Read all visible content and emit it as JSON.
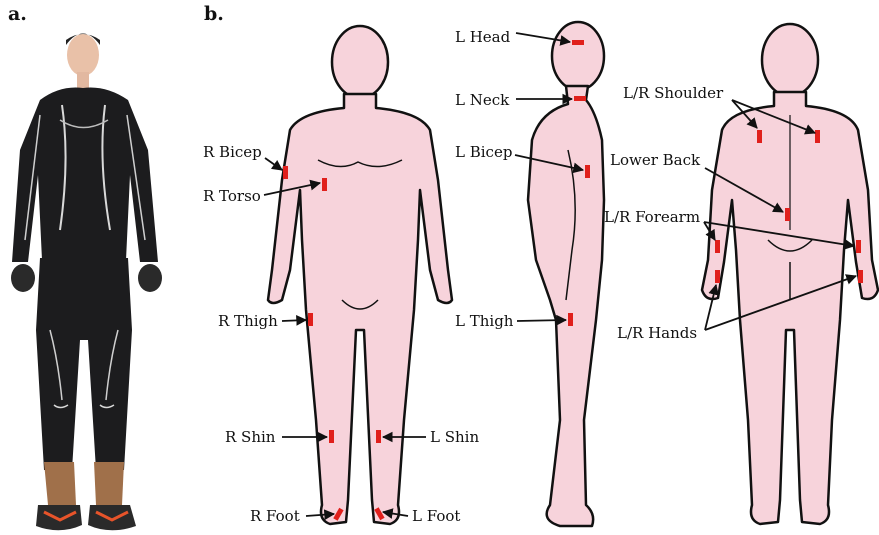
{
  "panels": {
    "a": "a.",
    "b": "b."
  },
  "colors": {
    "skin": "#f7d3db",
    "outline": "#111111",
    "sensor": "#e0201c",
    "suit": "#1c1c1e",
    "suit_seam": "#d9d9d9",
    "boot": "#a0704a",
    "boot_sole": "#e8542a"
  },
  "front_view": {
    "labels": {
      "r_bicep": "R Bicep",
      "r_torso": "R Torso",
      "r_thigh": "R Thigh",
      "r_shin": "R Shin",
      "l_shin": "L Shin",
      "r_foot": "R Foot",
      "l_foot": "L Foot"
    }
  },
  "side_view": {
    "labels": {
      "l_head": "L Head",
      "l_neck": "L Neck",
      "l_bicep": "L Bicep",
      "l_thigh": "L Thigh"
    }
  },
  "back_view": {
    "labels": {
      "lr_shoulder": "L/R Shoulder",
      "lower_back": "Lower Back",
      "lr_forearm": "L/R Forearm",
      "lr_hands": "L/R Hands"
    }
  }
}
